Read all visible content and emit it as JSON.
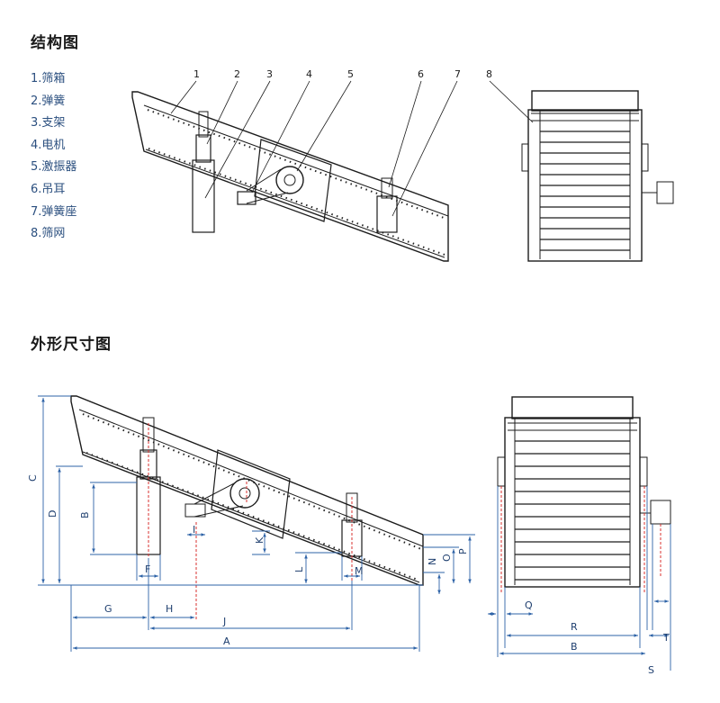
{
  "titles": {
    "structure": "结构图",
    "dimensions": "外形尺寸图"
  },
  "legend": [
    "1.筛箱",
    "2.弹簧",
    "3.支架",
    "4.电机",
    "5.激振器",
    "6.吊耳",
    "7.弹簧座",
    "8.筛网"
  ],
  "callouts": [
    "1",
    "2",
    "3",
    "4",
    "5",
    "6",
    "7",
    "8"
  ],
  "dims": {
    "A": "A",
    "B": "B",
    "C": "C",
    "D": "D",
    "F": "F",
    "G": "G",
    "H": "H",
    "I": "I",
    "J": "J",
    "K": "K",
    "L": "L",
    "M": "M",
    "N": "N",
    "O": "O",
    "P": "P",
    "B2": "B",
    "Q": "Q",
    "R": "R",
    "S": "S",
    "T": "T"
  },
  "colors": {
    "line": "#1c1c1c",
    "dimension": "#2e63a7",
    "centerline": "#d9302f",
    "legend_text": "#2b4f7f"
  }
}
